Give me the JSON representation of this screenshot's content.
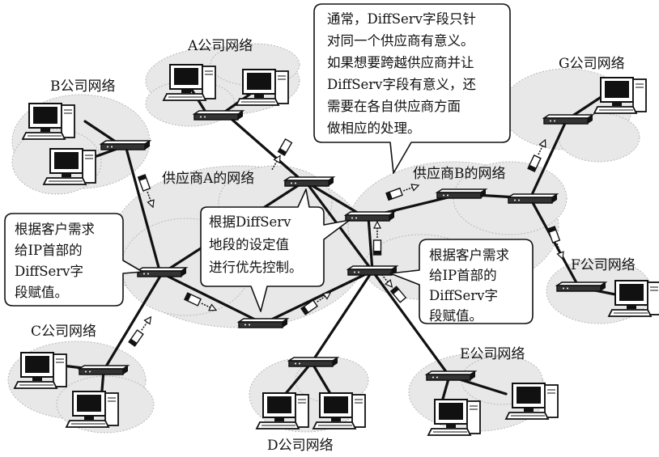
{
  "networks": {
    "company_a": "A公司网络",
    "company_b": "B公司网络",
    "company_c": "C公司网络",
    "company_d": "D公司网络",
    "company_e": "E公司网络",
    "company_f": "F公司网络",
    "company_g": "G公司网络",
    "provider_a": "供应商A的网络",
    "provider_b": "供应商B的网络"
  },
  "callouts": {
    "top": [
      "通常，DiffServ字段只针",
      "对同一个供应商有意义。",
      "如果想要跨越供应商并让",
      "DiffServ字段有意义，还",
      "需要在各自供应商方面",
      "做相应的处理。"
    ],
    "middle": [
      "根据DiffServ",
      "地段的设定值",
      "进行优先控制。"
    ],
    "left": [
      "根据客户需求",
      "给IP首部的",
      "DiffServ字",
      "段赋值。"
    ],
    "right": [
      "根据客户需求",
      "给IP首部的",
      "DiffServ字",
      "段赋值。"
    ]
  },
  "icons": {
    "computer": "desktop-computer-icon",
    "router": "router-icon",
    "packet": "ip-packet-icon",
    "flow_arrow": "dotted-arrow-icon"
  }
}
